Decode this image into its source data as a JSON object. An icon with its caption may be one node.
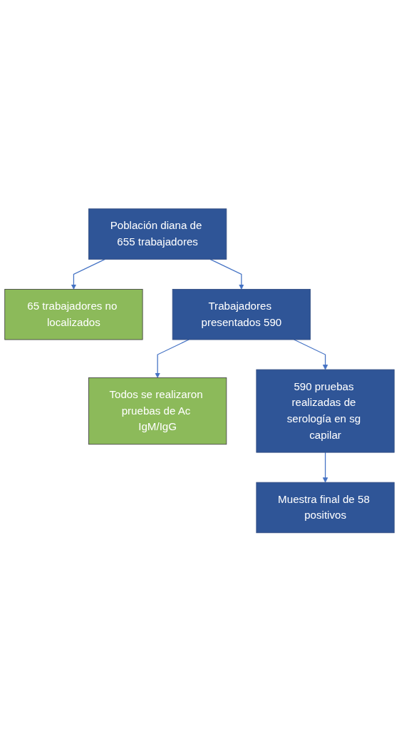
{
  "diagram": {
    "nodes": [
      {
        "text": [
          "Población diana de 655 trabajadores"
        ]
      },
      {
        "text": [
          "65 trabajadores no localizados"
        ]
      },
      {
        "text": [
          "Trabajadores presentados 590"
        ]
      },
      {
        "text": [
          "Todos se realizaron pruebas de Ac IgM/IgG"
        ]
      },
      {
        "text": [
          "590 pruebas realizadas de serología en sg capilar"
        ]
      },
      {
        "text": [
          "Muestra final de 58 positivos"
        ]
      }
    ],
    "edges": [
      {
        "from": 0,
        "to": 2,
        "arrow": "to"
      },
      {
        "from": 0,
        "to": 1,
        "arrow": "to"
      },
      {
        "from": 2,
        "to": 4,
        "arrow": "to"
      },
      {
        "from": 2,
        "to": 3,
        "arrow": "to"
      },
      {
        "from": 4,
        "to": 5,
        "arrow": "to"
      }
    ]
  }
}
